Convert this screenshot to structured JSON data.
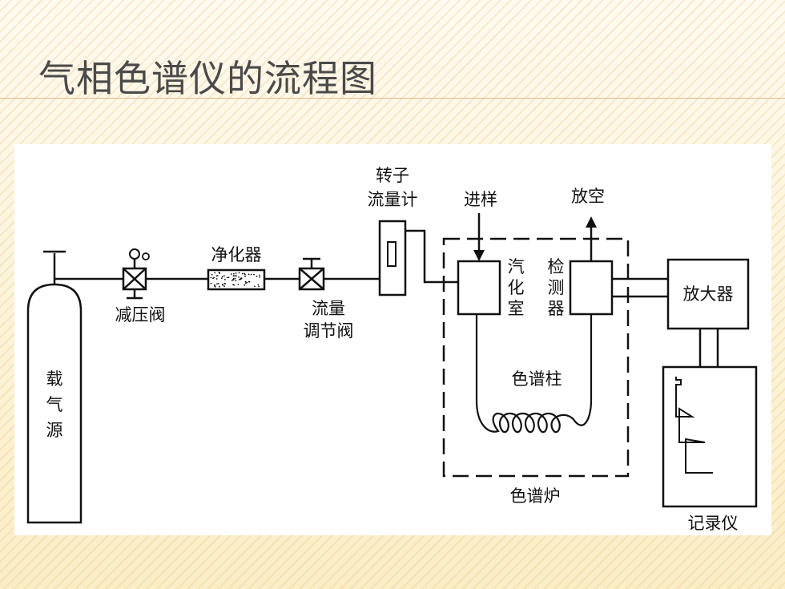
{
  "slide": {
    "title": "气相色谱仪的流程图"
  },
  "diagram": {
    "labels": {
      "carrier_gas": [
        "载",
        "气",
        "源"
      ],
      "pressure_valve": "减压阀",
      "purifier": "净化器",
      "flow_valve": [
        "流量",
        "调节阀"
      ],
      "rotameter": [
        "转子",
        "流量计"
      ],
      "injection": "进样",
      "vent": "放空",
      "vaporizer": [
        "汽",
        "化",
        "室"
      ],
      "detector": [
        "检",
        "测",
        "器"
      ],
      "column": "色谱柱",
      "oven": "色谱炉",
      "amplifier": "放大器",
      "recorder": "记录仪"
    },
    "colors": {
      "line": "#111111",
      "panel": "#ffffff",
      "title": "#4a4a4a"
    }
  }
}
